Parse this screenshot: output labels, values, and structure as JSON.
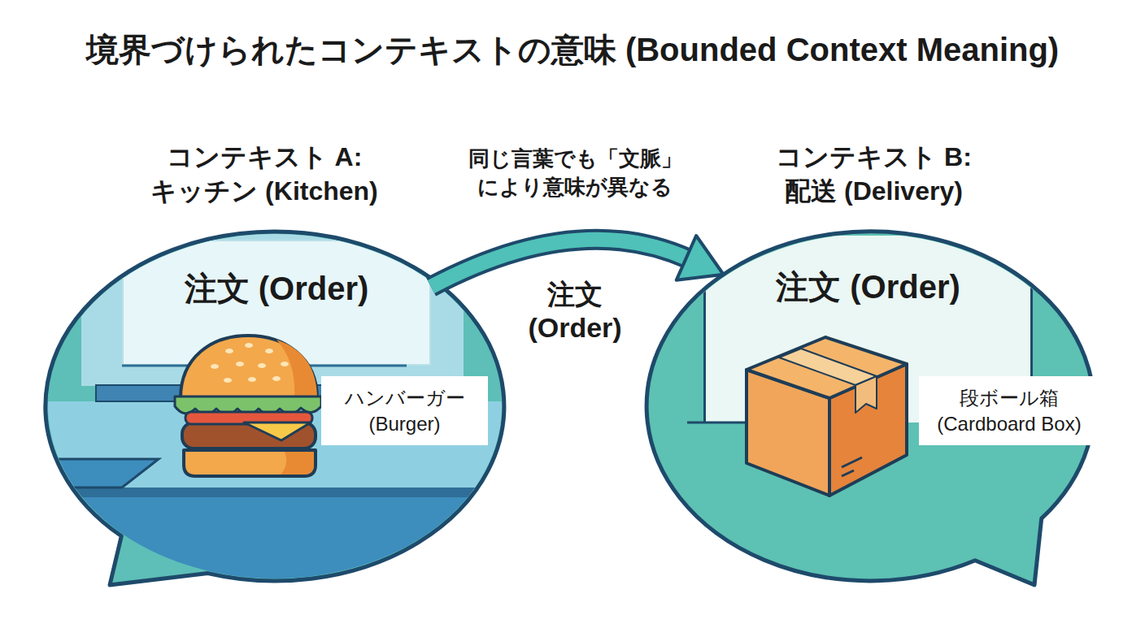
{
  "diagram": {
    "title": "境界づけられたコンテキストの意味 (Bounded Context Meaning)",
    "nodes": [
      {
        "text": [
          "コンテキスト A: キッチン (Kitchen)"
        ]
      },
      {
        "text": [
          "注文 (Order)"
        ],
        "in": 0
      },
      {
        "text": [
          "ハンバーガー (Burger)"
        ],
        "in": 0
      },
      {
        "text": [
          "コンテキスト B: 配送 (Delivery)"
        ]
      },
      {
        "text": [
          "注文 (Order)"
        ],
        "in": 3
      },
      {
        "text": [
          "段ボール箱 (Cardboard Box)"
        ],
        "in": 3
      }
    ],
    "edges": [
      {
        "from": 1,
        "to": 3,
        "arrow": "to",
        "label": "注文 (Order)"
      }
    ],
    "labels": [
      "同じ言葉でも「文脈」 により意味が異なる"
    ]
  }
}
